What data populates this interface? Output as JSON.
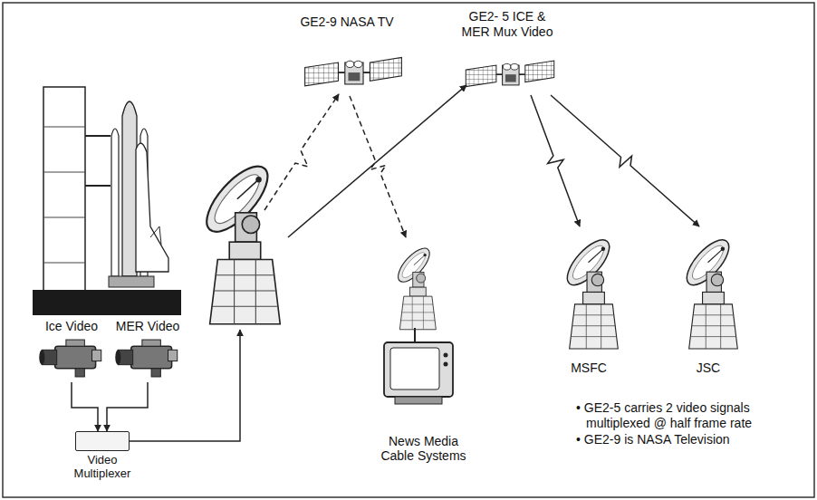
{
  "diagram": {
    "nodes": [
      {
        "text": [
          "GE2-9 NASA TV"
        ]
      },
      {
        "text": [
          "GE2- 5 ICE & MER Mux Video"
        ]
      },
      {
        "text": [
          "Ice Video"
        ]
      },
      {
        "text": [
          "MER Video"
        ]
      },
      {
        "text": [
          "Video Multiplexer"
        ]
      },
      {
        "text": [
          "News Media Cable Systems"
        ]
      },
      {
        "text": [
          "MSFC"
        ]
      },
      {
        "text": [
          "JSC"
        ]
      }
    ],
    "edges": [
      {
        "from": 2,
        "to": 4,
        "arrow": "to"
      },
      {
        "from": 3,
        "to": 4,
        "arrow": "to"
      },
      {
        "from": 0,
        "to": 5,
        "arrow": "to"
      },
      {
        "from": 1,
        "to": 6,
        "arrow": "to"
      },
      {
        "from": 1,
        "to": 7,
        "arrow": "to"
      }
    ],
    "labels": [
      "• GE2-5 carries 2 video signals multiplexed @ half frame rate",
      "• GE2-9 is NASA Television"
    ]
  }
}
